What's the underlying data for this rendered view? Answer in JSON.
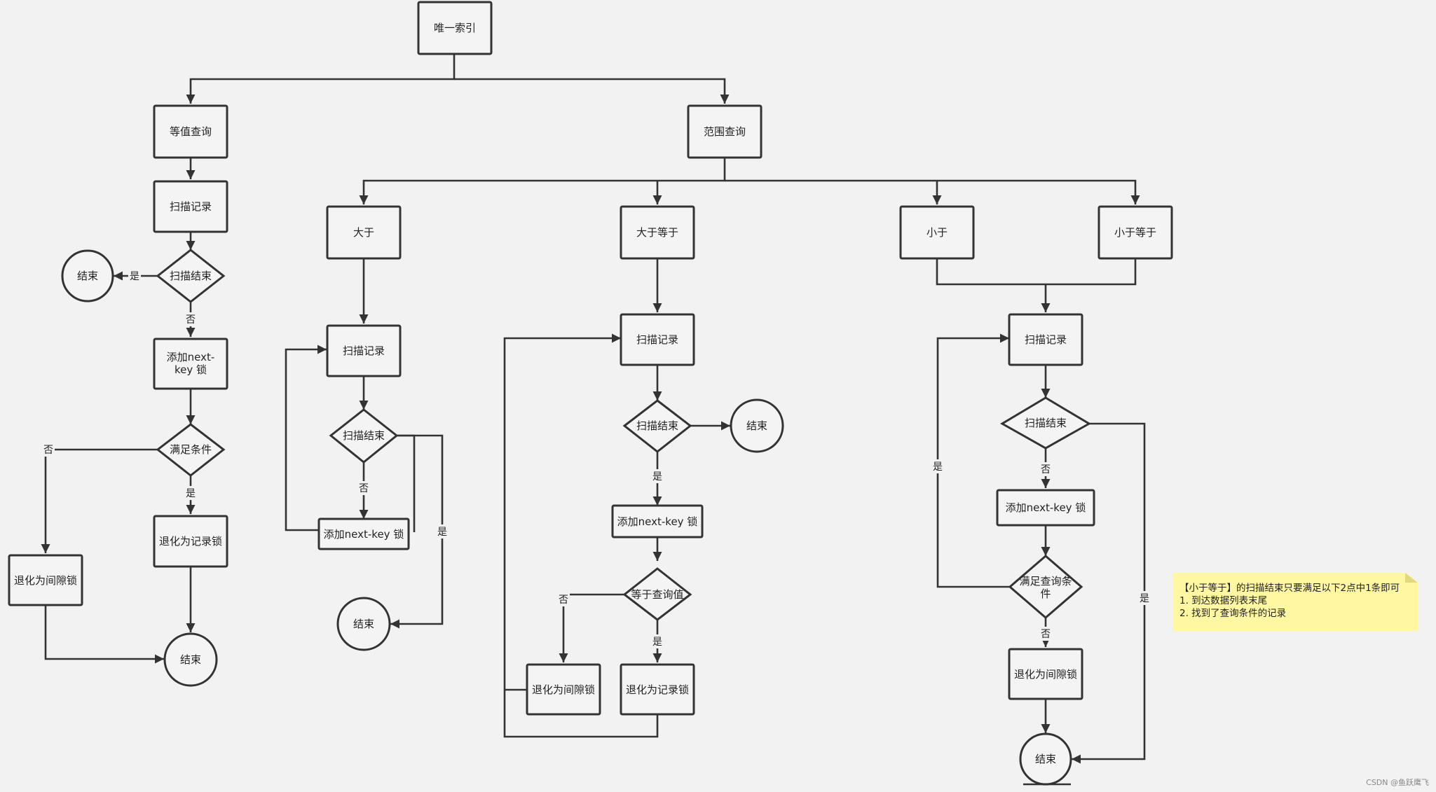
{
  "nodes": {
    "unique_index": "唯一索引",
    "equality_query": "等值查询",
    "range_query": "范围查询",
    "eq_scan_record": "扫描记录",
    "eq_scan_end": "扫描结束",
    "eq_end_1": "结束",
    "eq_add_lock_line1": "添加next-",
    "eq_add_lock_line2": "key 锁",
    "eq_match": "满足条件",
    "eq_degrade_gap": "退化为间隙锁",
    "eq_degrade_record": "退化为记录锁",
    "eq_end_2": "结束",
    "gt": "大于",
    "gte": "大于等于",
    "lt": "小于",
    "lte": "小于等于",
    "gt_scan_record": "扫描记录",
    "gt_scan_end": "扫描结束",
    "gt_add_lock": "添加next-key 锁",
    "gt_end": "结束",
    "gte_scan_record": "扫描记录",
    "gte_scan_end": "扫描结束",
    "gte_end": "结束",
    "gte_add_lock": "添加next-key 锁",
    "gte_equal": "等于查询值",
    "gte_degrade_gap": "退化为间隙锁",
    "gte_degrade_record": "退化为记录锁",
    "lt_scan_record": "扫描记录",
    "lt_scan_end": "扫描结束",
    "lt_add_lock": "添加next-key 锁",
    "lt_match_line1": "满足查询条",
    "lt_match_line2": "件",
    "lt_degrade_gap": "退化为间隙锁",
    "lt_end": "结束"
  },
  "edge_labels": {
    "yes": "是",
    "no": "否"
  },
  "note": {
    "line1": "【小于等于】的扫描结束只要满足以下2点中1条即可",
    "line2": "1. 到达数据列表末尾",
    "line3": "2. 找到了查询条件的记录"
  },
  "watermark": "CSDN @鱼跃鹰飞"
}
